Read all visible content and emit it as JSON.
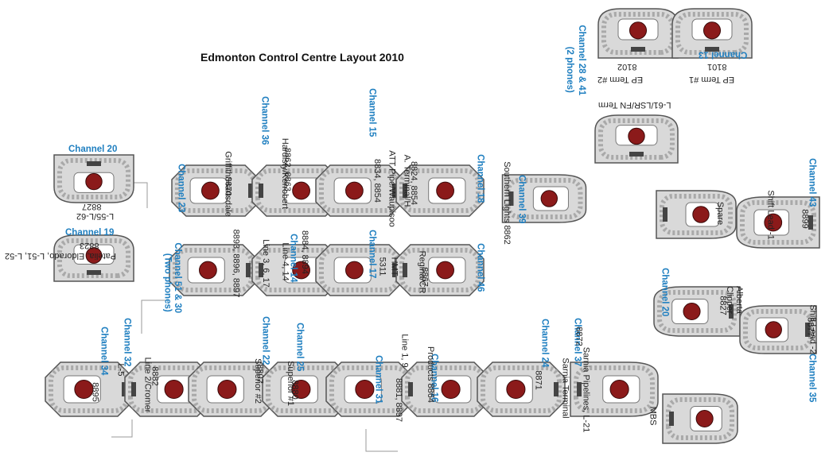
{
  "title": "Edmonton Control Centre Layout 2010",
  "colors": {
    "channel": "#1f7fc0",
    "desk": "#d9d9d9",
    "inner": "#a9a9a9",
    "chair": "#8b1a1a",
    "line": "#9a9a9a"
  },
  "labels": {
    "l1": "Channel 20",
    "l2": "8827",
    "l3": "L-55/L-62",
    "l4": "Channel 19",
    "l5": "8823",
    "l6": "Patelia, Eldorado, L-51, L-52",
    "l7": "Channel 23",
    "l8": "Channel 36",
    "l9": "8862, 8863",
    "l10": "Hardisty/Kerrobert",
    "l11": "Griffith/Hartsdale",
    "l12": "8870",
    "l13": "Channel 51 & 30",
    "l14": "(Two phones)",
    "l15": "Line 3, 6, 17",
    "l16": "8893, 8896, 8897",
    "l17": "8884, 8894",
    "l18": "Line 4, 14",
    "l19": "Channel 14",
    "l20": "Channel 15",
    "l21": "ATT Pipe/Waupisoo",
    "l22": "8834, 8854",
    "l23": "Channel 17",
    "l24": "HMT",
    "l25": "5311",
    "l26": "A. Terminal/H",
    "l27": "8824, 8854",
    "l28": "Channel 18",
    "l29": "Regina/CR",
    "l30": "8867",
    "l31": "Channel 46",
    "l32": "Channel 39",
    "l33": "Southern Lights 8862",
    "l34": "Channel 28 & 41",
    "l35": "(2 phones)",
    "l36": "Channel 13",
    "l37": "8101",
    "l38": "8102",
    "l39": "EP Term #1",
    "l40": "EP Term #2",
    "l41": "L-61/LSR/FN Term",
    "l42": "Channel 43",
    "l43": "8899",
    "l44": "Shift Lead -1",
    "l45": "Spare",
    "l46": "Channel 20",
    "l47": "Alberta",
    "l48": "Clipper",
    "l49": "8827",
    "l50": "Shift Lead -2",
    "l51": "8877",
    "l52": "Channel 35",
    "l53": "MBS",
    "l54": "Channel 34",
    "l55": "L-5",
    "l56": "8895",
    "l57": "Channel 32",
    "l58": "Line 2/Cromer",
    "l59": "8882",
    "l60": "Channel 22",
    "l61": "Superior #2",
    "l62": "8807",
    "l63": "Channel 25",
    "l64": "Superior #1",
    "l65": "8880",
    "l66": "Line 1, 9",
    "l67": "8881, 8897",
    "l68": "Channel 31",
    "l69": "Channel 16",
    "l70": "Products 8864",
    "l71": "Channel 24",
    "l72": "Sarnia Terminal",
    "l73": "8871",
    "l74": "Channel 37",
    "l75": "8872",
    "l76": "Sarnia Pipelines, L-21"
  }
}
